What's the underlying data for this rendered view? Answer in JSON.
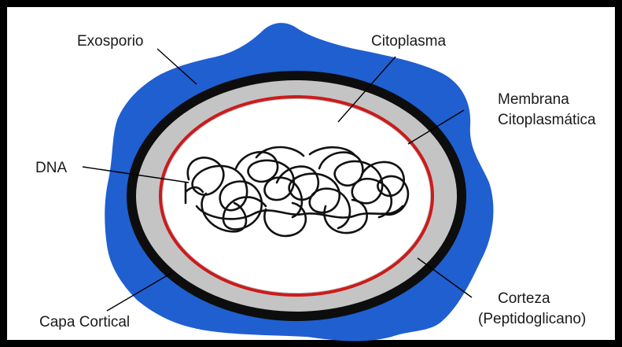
{
  "labels": {
    "exosporio": "Exosporio",
    "citoplasma": "Citoplasma",
    "membrana_line1": "Membrana",
    "membrana_line2": "Citoplasmática",
    "dna": "DNA",
    "corteza_line1": "Corteza",
    "corteza_line2": "(Peptidoglicano)",
    "capa_cortical": "Capa Cortical"
  },
  "colors": {
    "exosporium": "#1f5fd0",
    "coat": "#0d0d0d",
    "cortex": "#c4c4c4",
    "membrane": "#cc1b1b",
    "cytoplasm": "#ffffff",
    "dna": "#111111",
    "frame": "#000000"
  }
}
